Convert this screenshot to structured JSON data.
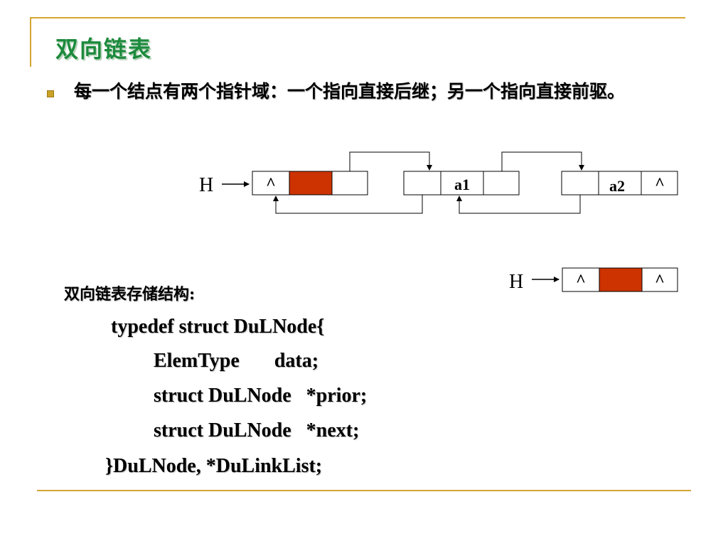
{
  "slide": {
    "title": "双向链表",
    "bullet": "每一个结点有两个指针域：一个指向直接后继；另一个指向直接前驱。"
  },
  "diagram": {
    "head_label": "H",
    "null_marker": "^",
    "node1_data": "a1",
    "node2_data": "a2",
    "empty_head_label": "H",
    "head_fill_color": "#cc3300"
  },
  "structure": {
    "heading": "双向链表存储结构:",
    "lines": [
      "typedef struct DuLNode{",
      "ElemType       data;",
      "struct DuLNode   *prior;",
      "struct DuLNode   *next;",
      "}DuLNode, *DuLinkList;"
    ]
  }
}
